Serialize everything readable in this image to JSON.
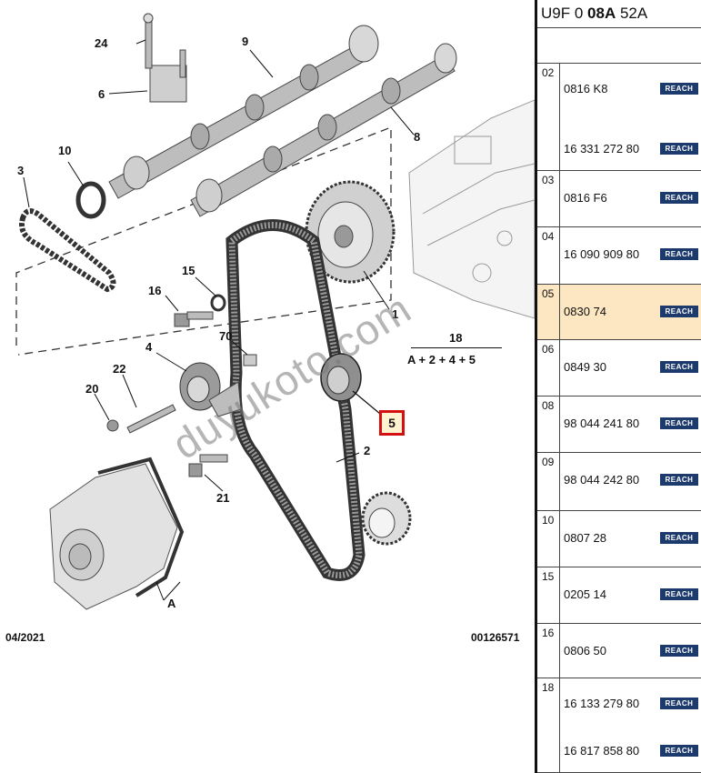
{
  "panel": {
    "model_prefix": "U9F 0 ",
    "model_bold": "08A",
    "model_suffix": " 52A",
    "reach_label": "REACH",
    "highlight_color": "#fde6c2",
    "groups": [
      {
        "num": "02",
        "refs": [
          "0816 K8",
          "16 331 272 80"
        ]
      },
      {
        "num": "03",
        "refs": [
          "0816 F6"
        ]
      },
      {
        "num": "04",
        "refs": [
          "16 090 909 80"
        ]
      },
      {
        "num": "05",
        "refs": [
          "0830 74"
        ],
        "highlight": true
      },
      {
        "num": "06",
        "refs": [
          "0849 30"
        ]
      },
      {
        "num": "08",
        "refs": [
          "98 044 241 80"
        ]
      },
      {
        "num": "09",
        "refs": [
          "98 044 242 80"
        ]
      },
      {
        "num": "10",
        "refs": [
          "0807 28"
        ]
      },
      {
        "num": "15",
        "refs": [
          "0205 14"
        ]
      },
      {
        "num": "16",
        "refs": [
          "0806 50"
        ]
      },
      {
        "num": "18",
        "refs": [
          "16 133 279 80",
          "16 817 858 80"
        ]
      }
    ]
  },
  "diagram": {
    "callouts": [
      "24",
      "9",
      "6",
      "8",
      "10",
      "3",
      "1",
      "15",
      "16",
      "70",
      "18",
      "4",
      "22",
      "20",
      "2",
      "21",
      "A"
    ],
    "selected_callout": "5",
    "selected_color": "#d40f0f",
    "formula": "A + 2 + 4 + 5",
    "date": "04/2021",
    "doc_id": "00126571",
    "watermark": "duyukoto.com"
  }
}
